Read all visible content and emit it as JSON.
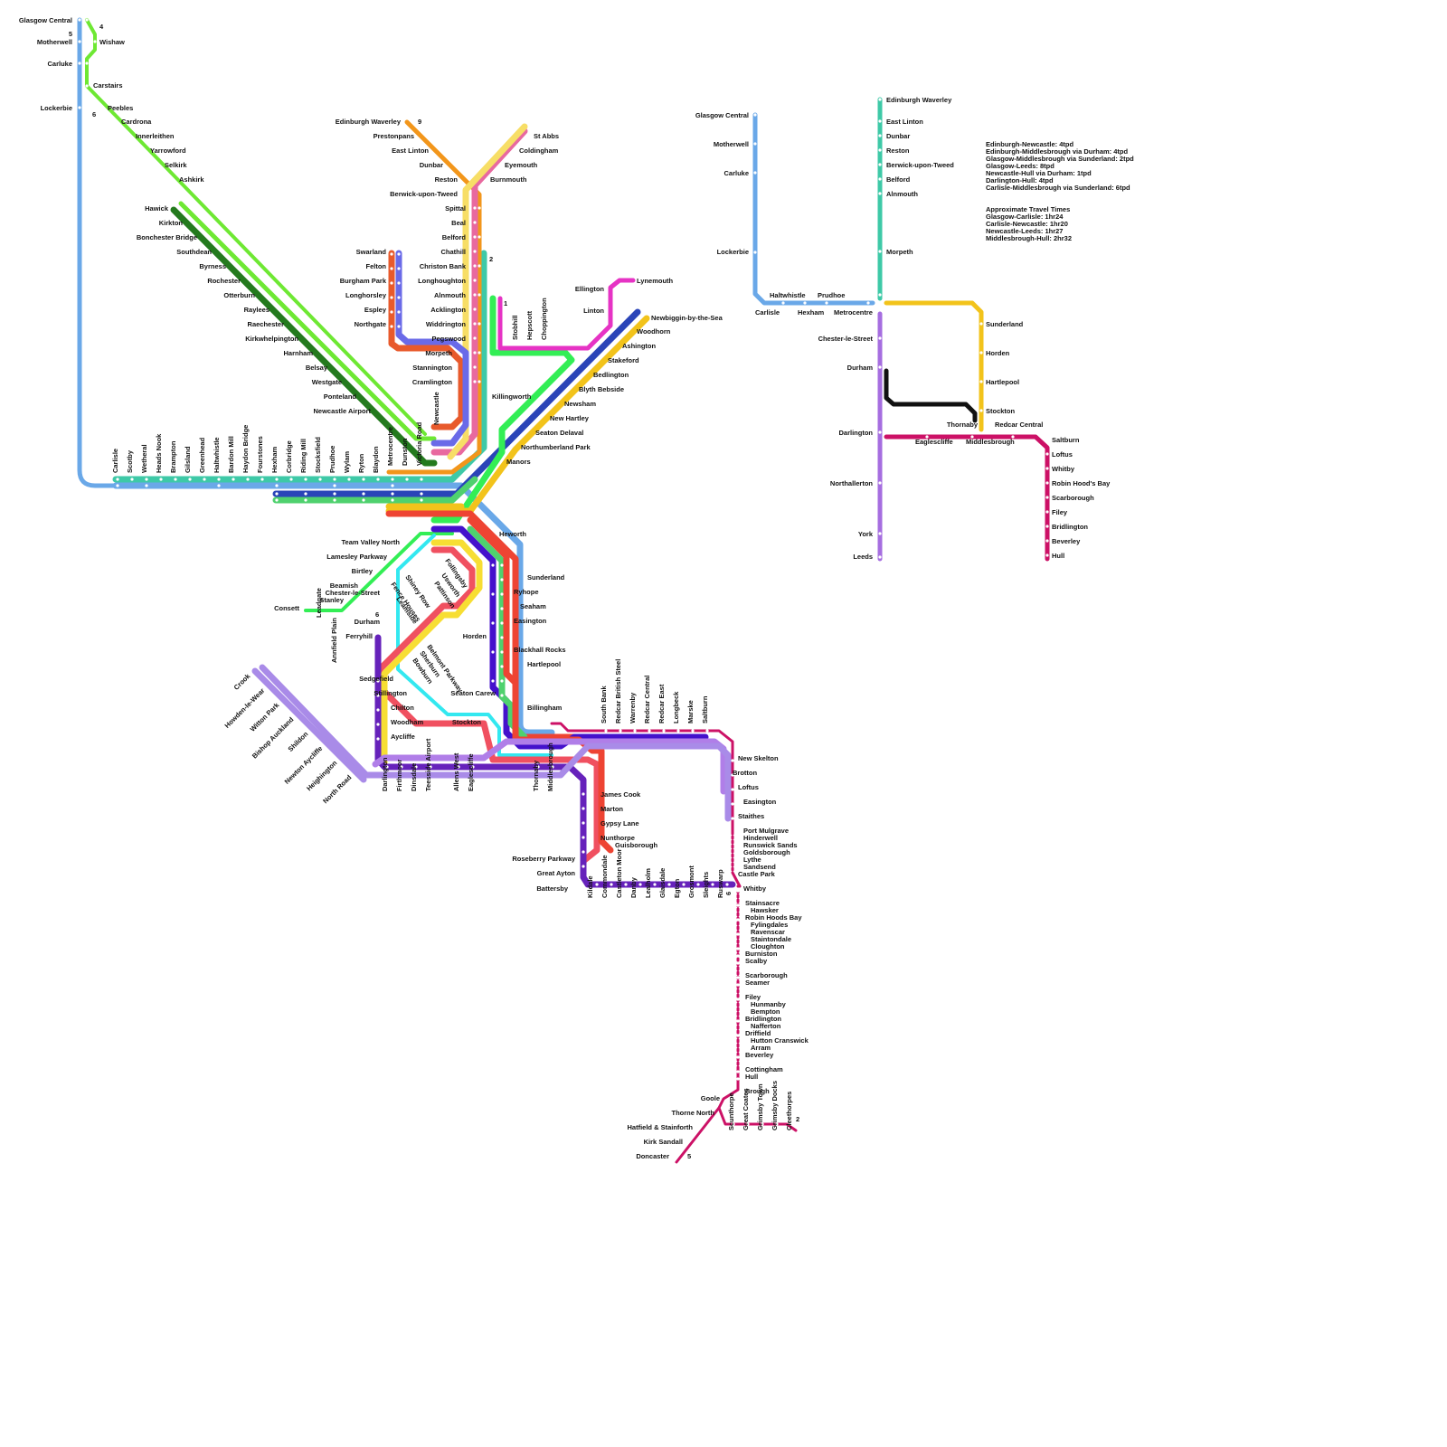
{
  "colors": {
    "blue": "#6aa8e8",
    "teal": "#3ec9a7",
    "lime": "#6ee833",
    "green": "#33ee55",
    "darkgreen": "#247a1e",
    "lightgreen": "#4fd16e",
    "pink": "#e8699f",
    "orange": "#f2961b",
    "amber": "#f5a623",
    "yellow": "#f7de66",
    "gold": "#f2c31b",
    "red": "#ee4433",
    "redorange": "#e85a2c",
    "periwinkle": "#6a6ae8",
    "navy": "#2a44b8",
    "magenta": "#e633c4",
    "cyan": "#33e8f0",
    "violet": "#4411cc",
    "purple": "#6622bb",
    "lavender": "#a98be8",
    "lilac": "#b07ee8",
    "crimson": "#cc1166",
    "black": "#111111"
  },
  "line_numbers": {
    "glasgow_4": "4",
    "glasgow_5": "5",
    "glasgow_6": "6",
    "edinburgh_9": "9",
    "n_1": "1",
    "n_2": "2",
    "durham_6": "6",
    "doncaster_5": "5",
    "cleethorpes_2": "2",
    "whitby_6": "6"
  },
  "stations": {
    "glasgow_central": "Glasgow Central",
    "motherwell": "Motherwell",
    "carluke": "Carluke",
    "lockerbie": "Lockerbie",
    "wishaw": "Wishaw",
    "carstairs": "Carstairs",
    "peebles": "Peebles",
    "cardrona": "Cardrona",
    "innerleithen": "Innerleithen",
    "yarrowford": "Yarrowford",
    "selkirk": "Selkirk",
    "ashkirk": "Ashkirk",
    "hawick": "Hawick",
    "kirkton": "Kirkton",
    "bonchester": "Bonchester Bridge",
    "southdean": "Southdean",
    "byrness": "Byrness",
    "rochester": "Rochester",
    "otterburn": "Otterburn",
    "raylees": "Raylees",
    "raechester": "Raechester",
    "kirkwhelpington": "Kirkwhelpington",
    "harnham": "Harnham",
    "belsay": "Belsay",
    "westgate": "Westgate",
    "ponteland": "Ponteland",
    "newcastle_airport": "Newcastle Airport",
    "edinburgh_waverley": "Edinburgh Waverley",
    "prestonpans": "Prestonpans",
    "east_linton": "East Linton",
    "dunbar": "Dunbar",
    "reston": "Reston",
    "berwick": "Berwick-upon-Tweed",
    "st_abbs": "St Abbs",
    "coldingham": "Coldingham",
    "eyemouth": "Eyemouth",
    "burnmouth": "Burnmouth",
    "spittal": "Spittal",
    "beal": "Beal",
    "belford": "Belford",
    "chathill": "Chathill",
    "christon_bank": "Christon Bank",
    "longhoughton": "Longhoughton",
    "alnmouth": "Alnmouth",
    "acklington": "Acklington",
    "widdrington": "Widdrington",
    "pegswood": "Pegswood",
    "morpeth": "Morpeth",
    "stannington": "Stannington",
    "cramlington": "Cramlington",
    "swarland": "Swarland",
    "felton": "Felton",
    "burgham_park": "Burgham Park",
    "longhorsley": "Longhorsley",
    "espley": "Espley",
    "northgate": "Northgate",
    "ellington": "Ellington",
    "lynemouth": "Lynemouth",
    "linton": "Linton",
    "newbiggin": "Newbiggin-by-the-Sea",
    "woodhorn": "Woodhorn",
    "ashington": "Ashington",
    "stakeford": "Stakeford",
    "bedlington": "Bedlington",
    "blyth_bebside": "Blyth Bebside",
    "newsham": "Newsham",
    "new_hartley": "New Hartley",
    "seaton_delaval": "Seaton Delaval",
    "northumberland_park": "Northumberland Park",
    "manors": "Manors",
    "killingworth": "Killingworth",
    "stobhill": "Stobhill",
    "hepscott": "Hepscott",
    "choppington": "Choppington",
    "carlisle": "Carlisle",
    "scotby": "Scotby",
    "wetheral": "Wetheral",
    "heads_nook": "Heads Nook",
    "brampton": "Brampton",
    "gilsland": "Gilsland",
    "greenhead": "Greenhead",
    "haltwhistle": "Haltwhistle",
    "bardon_mill": "Bardon Mill",
    "haydon_bridge": "Haydon Bridge",
    "fourstones": "Fourstones",
    "hexham": "Hexham",
    "corbridge": "Corbridge",
    "riding_mill": "Riding Mill",
    "stocksfield": "Stocksfield",
    "prudhoe": "Prudhoe",
    "wylam": "Wylam",
    "ryton": "Ryton",
    "blaydon": "Blaydon",
    "metrocentre": "Metrocentre",
    "dunston": "Dunston",
    "victoria_road": "Victoria Road",
    "newcastle": "Newcastle",
    "heworth": "Heworth",
    "team_valley_north": "Team Valley North",
    "lamesley_parkway": "Lamesley Parkway",
    "birtley": "Birtley",
    "beamish": "Beamish",
    "chester_le_street": "Chester-le-Street",
    "stanley": "Stanley",
    "consett": "Consett",
    "leadgate": "Leadgate",
    "annfield_plain": "Annfield Plain",
    "durham": "Durham",
    "ferryhill": "Ferryhill",
    "fence_houses": "Fence Houses",
    "shiney_row": "Shiney Row",
    "leamside": "Leamside",
    "follingsby": "Follingsby",
    "usworth": "Usworth",
    "pattinson": "Pattinson",
    "belmont_parkway": "Belmont Parkway",
    "sherburn": "Sherburn",
    "bowburn": "Bowburn",
    "sunderland": "Sunderland",
    "ryhope": "Ryhope",
    "seaham": "Seaham",
    "easington": "Easington",
    "horden": "Horden",
    "blackhall_rocks": "Blackhall Rocks",
    "hartlepool": "Hartlepool",
    "seaton_carew": "Seaton Carew",
    "billingham": "Billingham",
    "stockton": "Stockton",
    "sedgefield": "Sedgefield",
    "stillington": "Stillington",
    "chilton": "Chilton",
    "woodham": "Woodham",
    "aycliffe": "Aycliffe",
    "crook": "Crook",
    "howden_le_wear": "Howden-le-Wear",
    "witton_park": "Witton Park",
    "bishop_auckland": "Bishop Auckland",
    "shildon": "Shildon",
    "newton_aycliffe": "Newton Aycliffe",
    "heighington": "Heighington",
    "north_road": "North Road",
    "darlington": "Darlington",
    "firthmoor": "Firthmoor",
    "dinsdale": "Dinsdale",
    "teesside_airport": "Teesside Airport",
    "allens_west": "Allens West",
    "eaglescliffe": "Eaglescliffe",
    "thornaby": "Thornaby",
    "middlesbrough": "Middlesbrough",
    "south_bank": "South Bank",
    "redcar_british_steel": "Redcar British Steel",
    "warrenby": "Warrenby",
    "redcar_central": "Redcar Central",
    "redcar_east": "Redcar East",
    "longbeck": "Longbeck",
    "marske": "Marske",
    "saltburn": "Saltburn",
    "new_skelton": "New Skelton",
    "brotton": "Brotton",
    "loftus": "Loftus",
    "easington_e": "Easington",
    "staithes": "Staithes",
    "port_mulgrave": "Port Mulgrave",
    "hinderwell": "Hinderwell",
    "runswick_sands": "Runswick Sands",
    "goldsborough": "Goldsborough",
    "lythe": "Lythe",
    "sandsend": "Sandsend",
    "castle_park": "Castle Park",
    "whitby": "Whitby",
    "james_cook": "James Cook",
    "marton": "Marton",
    "gypsy_lane": "Gypsy Lane",
    "nunthorpe": "Nunthorpe",
    "guisborough": "Guisborough",
    "roseberry_parkway": "Roseberry Parkway",
    "great_ayton": "Great Ayton",
    "battersby": "Battersby",
    "kildale": "Kildale",
    "commondale": "Commondale",
    "castleton_moor": "Castleton Moor",
    "danby": "Danby",
    "lealholm": "Lealholm",
    "glaisdale": "Glaisdale",
    "egton": "Egton",
    "grosmont": "Grosmont",
    "sleights": "Sleights",
    "ruswarp": "Ruswarp",
    "stainsacre": "Stainsacre",
    "hawsker": "Hawsker",
    "robin_hoods_bay": "Robin Hoods Bay",
    "fylingdales": "Fylingdales",
    "ravenscar": "Ravenscar",
    "staintondale": "Staintondale",
    "cloughton": "Cloughton",
    "burniston": "Burniston",
    "scalby": "Scalby",
    "scarborough": "Scarborough",
    "seamer": "Seamer",
    "filey": "Filey",
    "hunmanby": "Hunmanby",
    "bempton": "Bempton",
    "bridlington": "Bridlington",
    "nafferton": "Nafferton",
    "driffield": "Driffield",
    "hutton_cranswick": "Hutton Cranswick",
    "arram": "Arram",
    "beverley": "Beverley",
    "cottingham": "Cottingham",
    "hull": "Hull",
    "brough": "Brough",
    "goole": "Goole",
    "thorne_north": "Thorne North",
    "hatfield": "Hatfield & Stainforth",
    "kirk_sandall": "Kirk Sandall",
    "doncaster": "Doncaster",
    "scunthorpe": "Scunthorpe",
    "great_coates": "Great Coates",
    "grimsby_town": "Grimsby Town",
    "grimsby_docks": "Grimsby Docks",
    "cleethorpes": "Cleethorpes"
  },
  "inset": {
    "glasgow_central": "Glasgow Central",
    "motherwell": "Motherwell",
    "carluke": "Carluke",
    "lockerbie": "Lockerbie",
    "carlisle": "Carlisle",
    "haltwhistle": "Haltwhistle",
    "hexham": "Hexham",
    "prudhoe": "Prudhoe",
    "metrocentre": "Metrocentre",
    "edinburgh_waverley": "Edinburgh Waverley",
    "east_linton": "East Linton",
    "dunbar": "Dunbar",
    "reston": "Reston",
    "berwick": "Berwick-upon-Tweed",
    "belford": "Belford",
    "alnmouth": "Alnmouth",
    "morpeth": "Morpeth",
    "chester_le_street": "Chester-le-Street",
    "durham": "Durham",
    "darlington": "Darlington",
    "northallerton": "Northallerton",
    "york": "York",
    "leeds": "Leeds",
    "sunderland": "Sunderland",
    "horden": "Horden",
    "hartlepool": "Hartlepool",
    "stockton": "Stockton",
    "thornaby": "Thornaby",
    "redcar_central": "Redcar Central",
    "eaglescliffe": "Eaglescliffe",
    "middlesbrough": "Middlesbrough",
    "saltburn": "Saltburn",
    "loftus": "Loftus",
    "whitby": "Whitby",
    "robin_hoods_bay": "Robin Hood's Bay",
    "scarborough": "Scarborough",
    "filey": "Filey",
    "bridlington": "Bridlington",
    "beverley": "Beverley",
    "hull": "Hull"
  },
  "notes": {
    "frequencies": [
      "Edinburgh-Newcastle: 4tpd",
      "Edinburgh-Middlesbrough via Durham: 4tpd",
      "Glasgow-Middlesbrough via Sunderland: 2tpd",
      "Glasgow-Leeds: 8tpd",
      "Newcastle-Hull via Durham: 1tpd",
      "Darlington-Hull: 4tpd",
      "Carlisle-Middlesbrough via Sunderland: 6tpd"
    ],
    "times_title": "Approximate Travel Times",
    "times": [
      "Glasgow-Carlisle: 1hr24",
      "Carlisle-Newcastle: 1hr20",
      "Newcastle-Leeds: 1hr27",
      "Middlesbrough-Hull: 2hr32"
    ]
  }
}
